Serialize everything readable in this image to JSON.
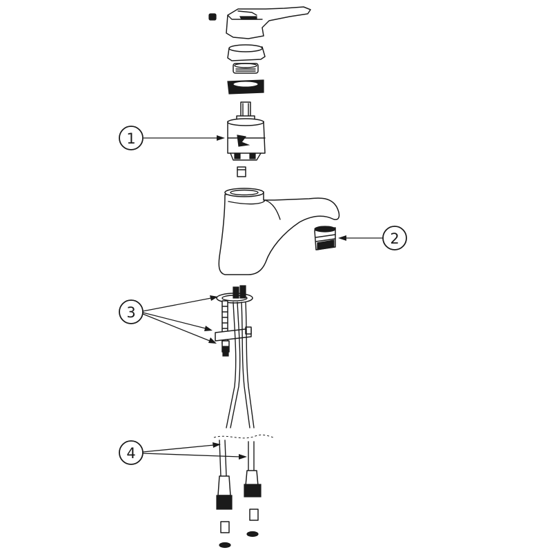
{
  "diagram": {
    "callouts": [
      {
        "number": "1",
        "part": "cartridge"
      },
      {
        "number": "2",
        "part": "aerator"
      },
      {
        "number": "3",
        "part": "mounting-kit"
      },
      {
        "number": "4",
        "part": "flexible-hoses"
      }
    ],
    "colors": {
      "line": "#1a1a1a",
      "background": "#ffffff",
      "shade": "#d9d9d9"
    }
  }
}
